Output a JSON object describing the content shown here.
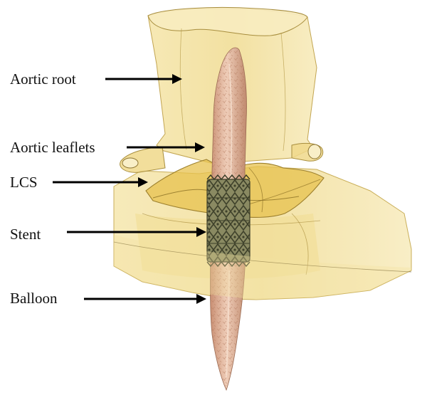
{
  "labels": {
    "aortic_root": "Aortic root",
    "aortic_leaflets": "Aortic leaflets",
    "lcs": "LCS",
    "stent": "Stent",
    "balloon": "Balloon"
  },
  "colors": {
    "tissue_fill": "#f2dc8a",
    "tissue_edge": "#b79a3c",
    "leaflet_fill": "#e8c558",
    "balloon_fill": "#d9a889",
    "stent_wire": "#4d5136",
    "arrow": "#000000"
  }
}
